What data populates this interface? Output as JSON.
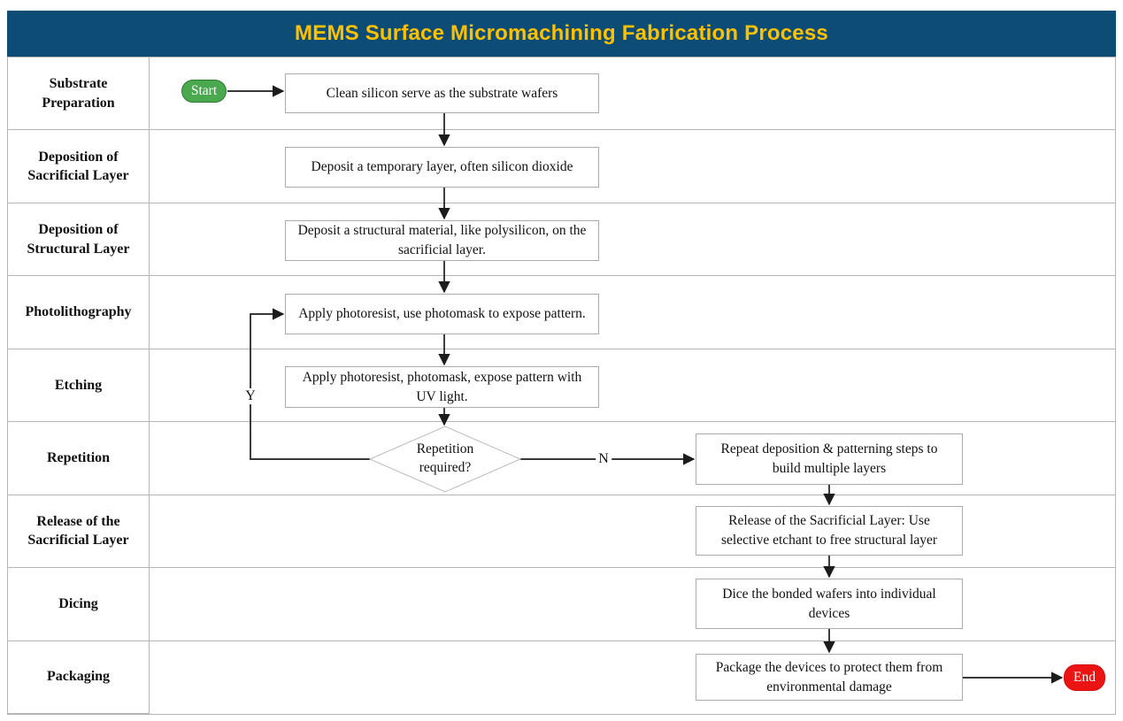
{
  "title": "MEMS Surface Micromachining Fabrication Process",
  "colors": {
    "title_bar": "#0d4d75",
    "title_text": "#ffc000",
    "start_fill": "#4aa84e",
    "start_border": "#2f7d33",
    "end_fill": "#ec1313",
    "end_border": "#d40f0f",
    "connector": "#1c1c1c",
    "grid": "#b5b5b5",
    "box_border": "#ababab",
    "diamond_border": "#bcbcbc"
  },
  "lanes": [
    "Substrate Preparation",
    "Deposition of Sacrificial Layer",
    "Deposition of Structural Layer",
    "Photolithography",
    "Etching",
    "Repetition",
    "Release of the Sacrificial Layer",
    "Dicing",
    "Packaging"
  ],
  "nodes": {
    "start": "Start",
    "end": "End",
    "step1": "Clean silicon serve as the substrate wafers",
    "step2": "Deposit a temporary layer, often silicon dioxide",
    "step3": "Deposit a structural material, like polysilicon, on the sacrificial layer.",
    "step4": "Apply photoresist, use photomask to expose pattern.",
    "step5": "Apply photoresist, photomask, expose pattern with UV light.",
    "decision": "Repetition required?",
    "branch_yes": "Y",
    "branch_no": "N",
    "step6": "Repeat deposition & patterning steps to build multiple layers",
    "step7": "Release of the Sacrificial Layer: Use selective etchant to free structural layer",
    "step8": "Dice the bonded wafers into individual devices",
    "step9": "Package the devices to protect them from environmental damage"
  }
}
